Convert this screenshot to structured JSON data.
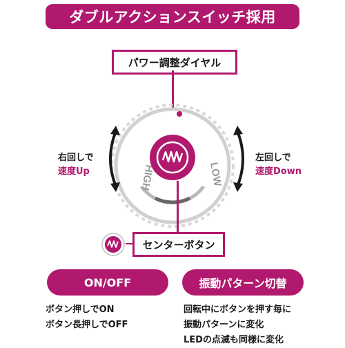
{
  "header": {
    "title": "ダブルアクションスイッチ採用"
  },
  "dial": {
    "power_label": "パワー調整ダイヤル",
    "high_text": "HIGH",
    "low_text": "LOW",
    "left_caption_line1": "右回しで",
    "left_caption_line2": "速度Up",
    "right_caption_line1": "左回しで",
    "right_caption_line2": "速度Down",
    "center_label": "センターボタン"
  },
  "features": [
    {
      "title": "ON/OFF",
      "lines": [
        "ボタン押しでON",
        "ボタン長押しでOFF"
      ]
    },
    {
      "title": "振動パターン切替",
      "lines": [
        "回転中にボタンを押す毎に",
        "振動パターンに変化",
        "LEDの点滅も同様に変化"
      ]
    }
  ],
  "colors": {
    "accent": "#b0196e",
    "dial_gray": "#cccccc",
    "text": "#1a1a1a"
  },
  "icons": [
    "wave-logo-icon",
    "curved-arrow-icon"
  ]
}
